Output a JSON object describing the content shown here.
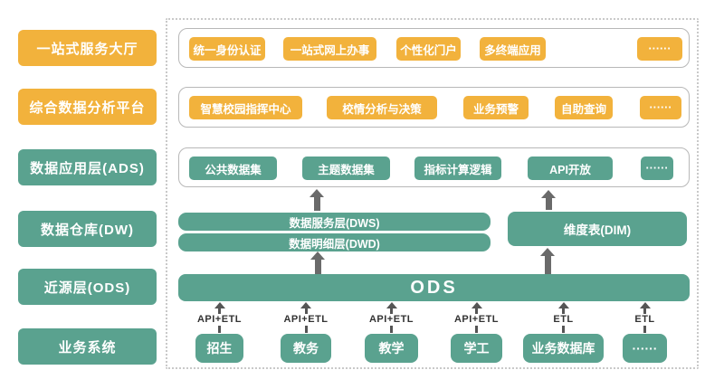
{
  "left_column": [
    "一站式服务大厅",
    "综合数据分析平台",
    "数据应用层(ADS)",
    "数据仓库(DW)",
    "近源层(ODS)",
    "业务系统"
  ],
  "service_hall_row": [
    "统一身份认证",
    "一站式网上办事",
    "个性化门户",
    "多终端应用",
    "······"
  ],
  "analysis_row": [
    "智慧校园指挥中心",
    "校情分析与决策",
    "业务预警",
    "自助查询",
    "······"
  ],
  "ads_row": [
    "公共数据集",
    "主题数据集",
    "指标计算逻辑",
    "API开放",
    "······"
  ],
  "warehouse": {
    "dws": "数据服务层(DWS)",
    "dwd": "数据明细层(DWD)",
    "dim": "维度表(DIM)"
  },
  "ods_label": "ODS",
  "sources": [
    {
      "name": "招生",
      "channel": "API+ETL"
    },
    {
      "name": "教务",
      "channel": "API+ETL"
    },
    {
      "name": "教学",
      "channel": "API+ETL"
    },
    {
      "name": "学工",
      "channel": "API+ETL"
    },
    {
      "name": "业务数据库",
      "channel": "ETL"
    },
    {
      "name": "······",
      "channel": "ETL"
    }
  ],
  "colors": {
    "accent_yellow": "#F2B23C",
    "accent_teal": "#5AA28F",
    "arrow_gray": "#6A6A6A",
    "frame_dotted_gray": "#C9C9C9",
    "text_on_buttons": "#FFFFFF"
  }
}
